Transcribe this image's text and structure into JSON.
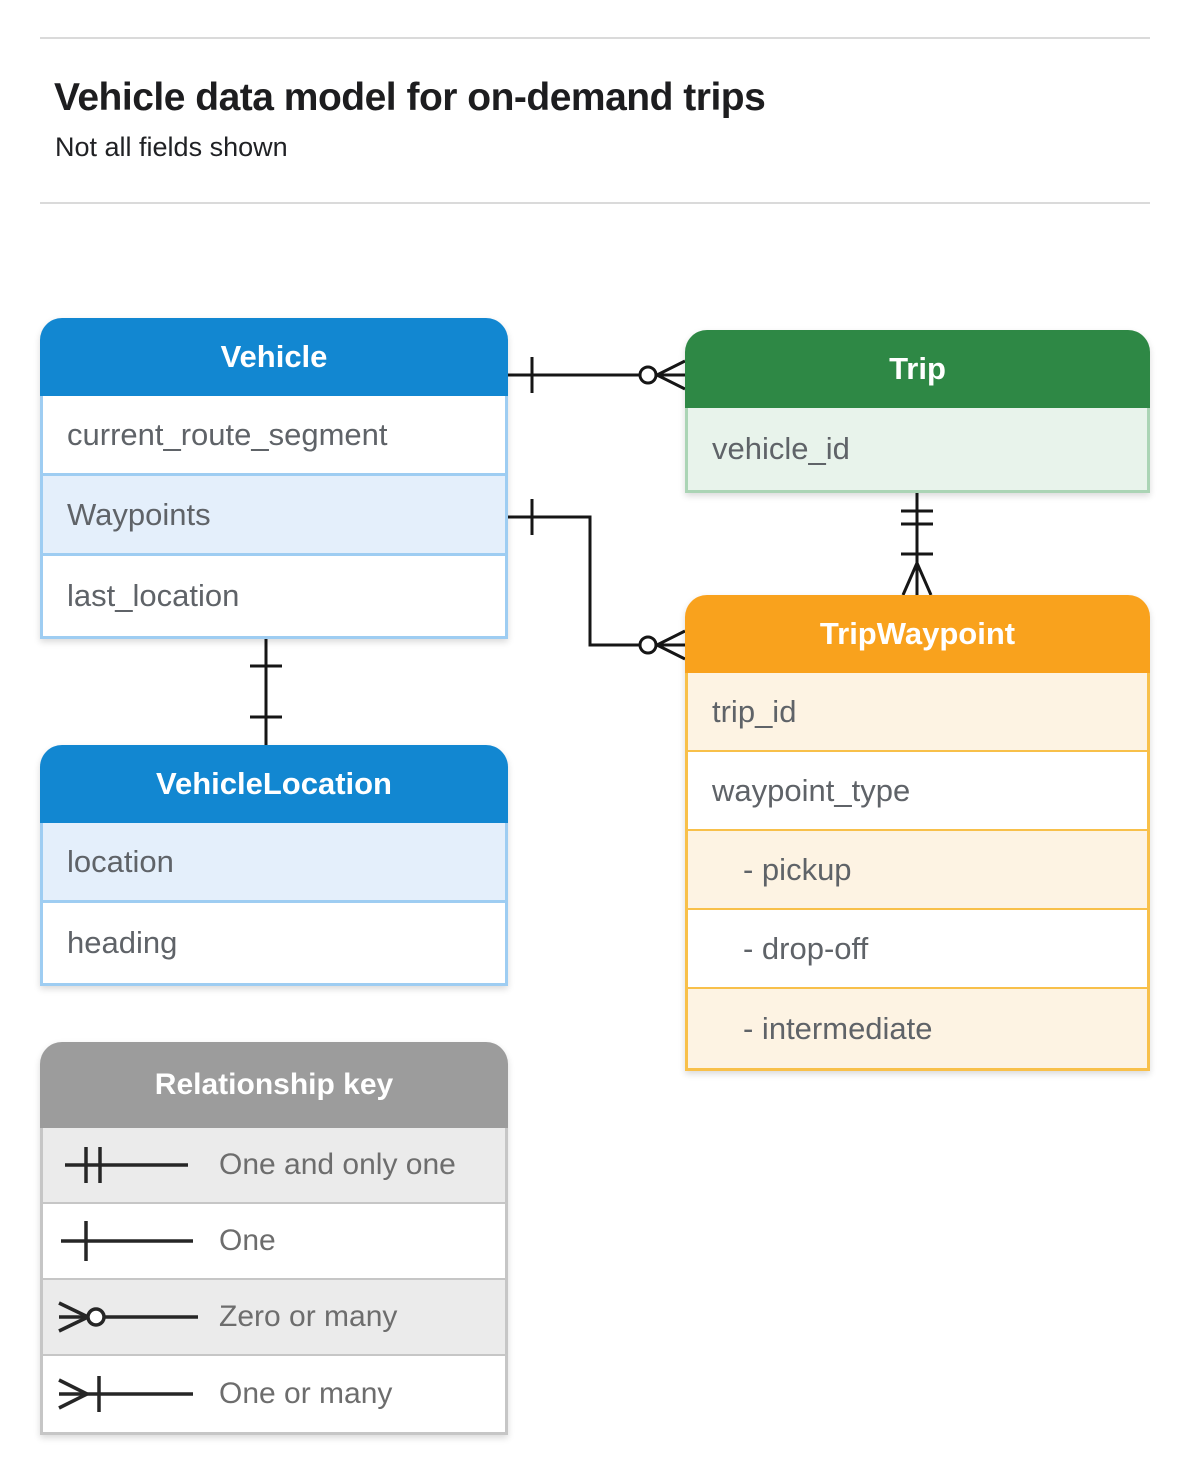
{
  "page": {
    "title": "Vehicle data model for on-demand trips",
    "subtitle": "Not all fields shown"
  },
  "tables": {
    "vehicle": {
      "title": "Vehicle",
      "rows": [
        {
          "label": "current_route_segment"
        },
        {
          "label": "Waypoints"
        },
        {
          "label": "last_location"
        }
      ]
    },
    "trip": {
      "title": "Trip",
      "rows": [
        {
          "label": "vehicle_id"
        }
      ]
    },
    "trip_waypoint": {
      "title": "TripWaypoint",
      "rows": [
        {
          "label": "trip_id"
        },
        {
          "label": "waypoint_type"
        },
        {
          "label": "- pickup"
        },
        {
          "label": "- drop-off"
        },
        {
          "label": "- intermediate"
        }
      ]
    },
    "vehicle_location": {
      "title": "VehicleLocation",
      "rows": [
        {
          "label": "location"
        },
        {
          "label": "heading"
        }
      ]
    }
  },
  "legend": {
    "title": "Relationship key",
    "items": [
      {
        "symbol": "one-and-only-one",
        "label": "One and only one"
      },
      {
        "symbol": "one",
        "label": "One"
      },
      {
        "symbol": "zero-or-many",
        "label": "Zero or many"
      },
      {
        "symbol": "one-or-many",
        "label": "One or many"
      }
    ]
  },
  "relationships": [
    {
      "from": "Vehicle",
      "to": "Trip",
      "from_cardinality": "one",
      "to_cardinality": "zero-or-many"
    },
    {
      "from": "Vehicle.Waypoints",
      "to": "TripWaypoint",
      "from_cardinality": "one",
      "to_cardinality": "zero-or-many"
    },
    {
      "from": "Trip",
      "to": "TripWaypoint",
      "from_cardinality": "one-and-only-one",
      "to_cardinality": "one-or-many"
    },
    {
      "from": "Vehicle",
      "to": "VehicleLocation",
      "from_cardinality": "one",
      "to_cardinality": "one"
    }
  ],
  "colors": {
    "vehicle_header": "#1287d1",
    "vehicle_row_highlight": "#e4effb",
    "vehicle_border": "#9ecdf2",
    "trip_header": "#2e8845",
    "trip_row": "#e8f3eb",
    "trip_border": "#abd4b5",
    "waypoint_header": "#f9a21d",
    "waypoint_row": "#fdf3e3",
    "waypoint_border": "#f8c04a",
    "key_header": "#9c9c9c",
    "key_row_alt": "#ebebeb",
    "key_border": "#c6c6c6",
    "row_text": "#5f6368",
    "connector": "#161616"
  }
}
